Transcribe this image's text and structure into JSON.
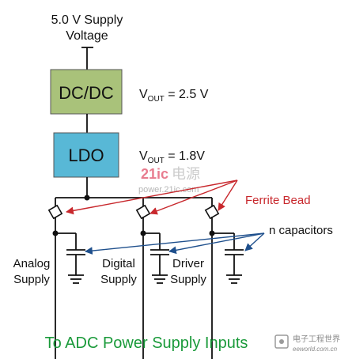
{
  "supply": {
    "line1": "5.0 V Supply",
    "line2": "Voltage"
  },
  "blocks": {
    "dcdc": {
      "label": "DC/DC",
      "vout_prefix": "V",
      "vout_sub": "OUT",
      "vout_value": " = 2.5 V"
    },
    "ldo": {
      "label": "LDO",
      "vout_prefix": "V",
      "vout_sub": "OUT",
      "vout_value": " = 1.8V"
    }
  },
  "labels": {
    "ferrite_bead": "Ferrite Bead",
    "n_capacitors": "n capacitors",
    "bottom_caption": "To ADC Power Supply Inputs"
  },
  "supplies": [
    {
      "line1": "Analog",
      "line2": "Supply"
    },
    {
      "line1": "Digital",
      "line2": "Supply"
    },
    {
      "line1": "Driver",
      "line2": "Supply"
    }
  ],
  "watermark": {
    "brand_a": "21ic",
    "brand_b": "电源",
    "site": "power.21ic.com",
    "corner_title": "电子工程世界",
    "corner_site": "eeworld.com.cn"
  },
  "colors": {
    "block_fill": "#a9c27a",
    "ldo_fill": "#58b8d6",
    "ferrite_arrow": "#c8282d",
    "cap_arrow": "#1e4f8c",
    "caption": "#1a9a3a",
    "ferrite_label": "#c8282d"
  }
}
